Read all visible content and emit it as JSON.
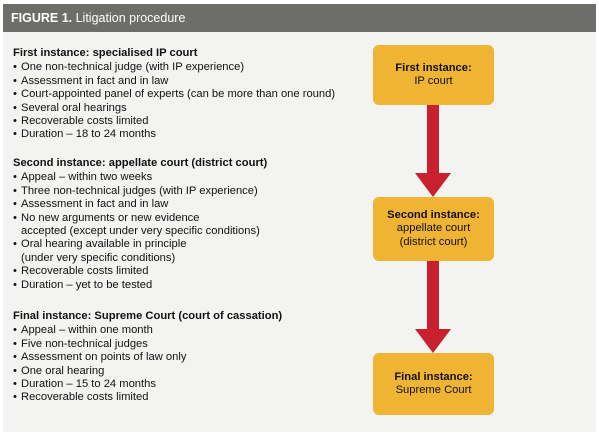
{
  "header": {
    "figure_label": "FIGURE 1.",
    "title": "Litigation procedure"
  },
  "colors": {
    "header_bg": "#6d6e69",
    "panel_bg": "#f3f3f1",
    "box_fill": "#f0b434",
    "arrow_red": "#c8202f"
  },
  "sections": [
    {
      "title": "First instance: specialised IP court",
      "items": [
        "One non-technical judge (with IP experience)",
        "Assessment in fact and in law",
        "Court-appointed panel of experts (can be more than one round)",
        "Several oral hearings",
        "Recoverable costs limited",
        "Duration – 18 to 24 months"
      ]
    },
    {
      "title": "Second instance: appellate court (district court)",
      "items": [
        "Appeal – within two weeks",
        "Three non-technical judges (with IP experience)",
        "Assessment in fact and in law",
        "No new arguments or new evidence",
        "accepted (except under very specific conditions)",
        "Oral hearing available in principle",
        "(under very specific conditions)",
        "Recoverable costs limited",
        "Duration – yet to be tested"
      ]
    },
    {
      "title": "Final instance: Supreme Court (court of cassation)",
      "items": [
        "Appeal – within one month",
        "Five non-technical judges",
        "Assessment on points of law only",
        "One oral hearing",
        "Duration – 15 to 24 months",
        "Recoverable costs limited"
      ]
    }
  ],
  "flow": [
    {
      "title": "First instance:",
      "lines": [
        "IP court"
      ]
    },
    {
      "title": "Second instance:",
      "lines": [
        "appellate court",
        "(district court)"
      ]
    },
    {
      "title": "Final instance:",
      "lines": [
        "Supreme Court"
      ]
    }
  ]
}
